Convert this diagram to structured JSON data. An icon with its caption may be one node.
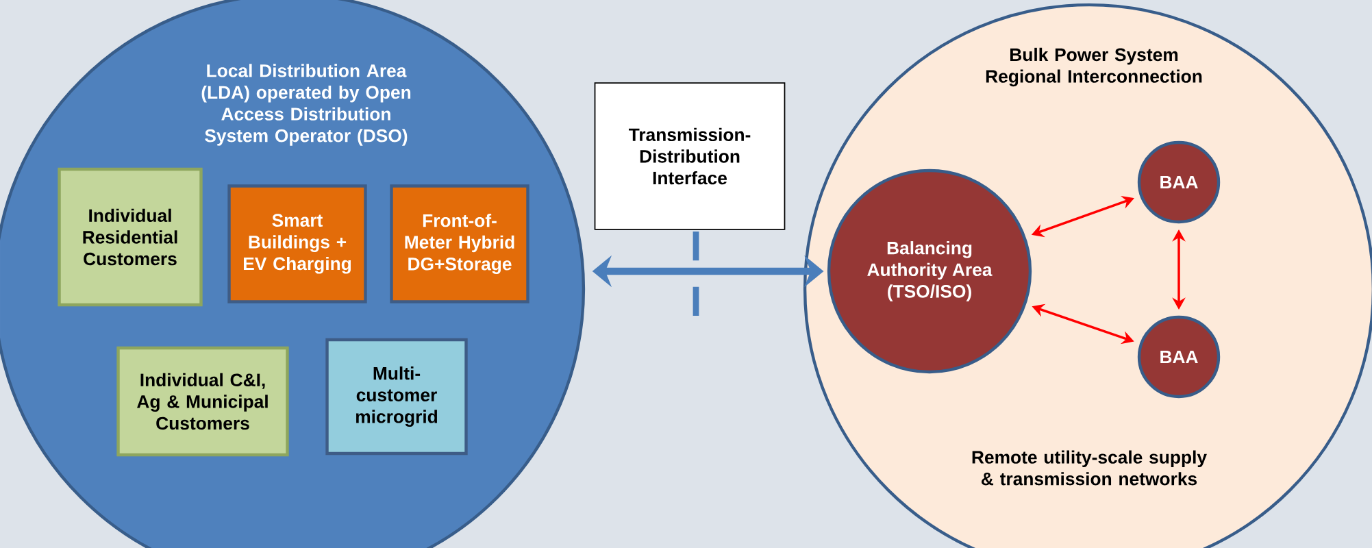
{
  "diagram": {
    "nodes": [
      {
        "text": [
          "Local Distribution Area (LDA) operated by Open Access Distribution System Operator (DSO)"
        ]
      },
      {
        "text": [
          "Individual Residential Customers"
        ],
        "in": 0
      },
      {
        "text": [
          "Smart Buildings + EV Charging"
        ],
        "in": 0
      },
      {
        "text": [
          "Front-of-Meter Hybrid DG+Storage"
        ],
        "in": 0
      },
      {
        "text": [
          "Individual C&I, Ag & Municipal Customers"
        ],
        "in": 0
      },
      {
        "text": [
          "Multi-customer microgrid"
        ],
        "in": 0
      },
      {
        "text": [
          "Transmission-Distribution Interface"
        ]
      },
      {
        "text": [
          "Bulk Power System Regional Interconnection",
          "Remote utility-scale supply & transmission networks"
        ]
      },
      {
        "text": [
          "Balancing Authority Area (TSO/ISO)"
        ],
        "in": 7
      },
      {
        "text": [
          "BAA"
        ],
        "in": 7
      },
      {
        "text": [
          "BAA"
        ],
        "in": 7
      }
    ],
    "edges": [
      {
        "from": 0,
        "to": 8,
        "arrow": "both",
        "style": "thick",
        "color": "#4a7ebb"
      },
      {
        "from": 8,
        "to": 9,
        "arrow": "both"
      },
      {
        "from": 8,
        "to": 10,
        "arrow": "both"
      },
      {
        "from": 9,
        "to": 10,
        "arrow": "both"
      }
    ]
  }
}
